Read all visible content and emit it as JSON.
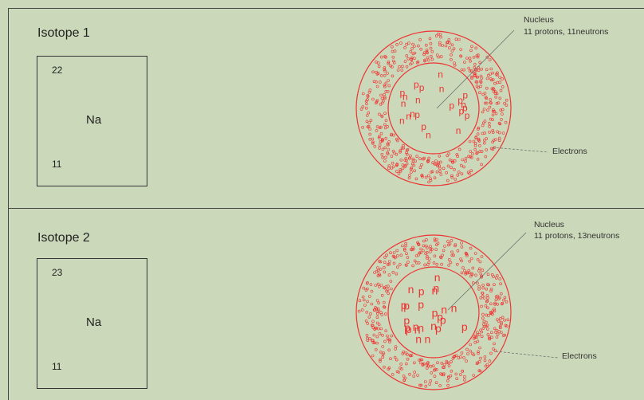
{
  "isotopes": [
    {
      "title": "Isotope 1",
      "mass_number": "22",
      "symbol": "Na",
      "atomic_number": "11",
      "nucleus_label": "Nucleus",
      "nucleus_detail": "11 protons, 11neutrons",
      "electrons_label": "Electrons"
    },
    {
      "title": "Isotope 2",
      "mass_number": "23",
      "symbol": "Na",
      "atomic_number": "11",
      "nucleus_label": "Nucleus",
      "nucleus_detail": "11 protons, 13neutrons",
      "electrons_label": "Electrons"
    }
  ],
  "colors": {
    "background": "#cbd8b9",
    "particle": "#e33",
    "border": "#444"
  }
}
